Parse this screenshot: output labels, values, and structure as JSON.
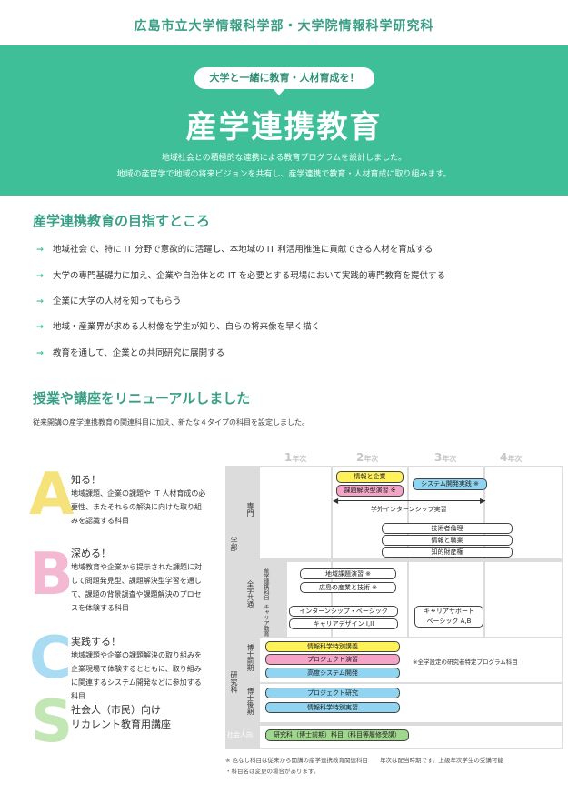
{
  "header": {
    "title": "広島市立大学情報科学部・大学院情報科学研究科"
  },
  "hero": {
    "bubble": "大学と一緒に教育・人材育成を！",
    "title": "産学連携教育",
    "sub1": "地域社会との積極的な連携による教育プログラムを設計しました。",
    "sub2": "地域の産官学で地域の将来ビジョンを共有し、産学連携で教育・人材育成に取り組みます。"
  },
  "goals": {
    "heading": "産学連携教育の目指すところ",
    "arrow": "→",
    "items": [
      "地域社会で、特に IT 分野で意欲的に活躍し、本地域の IT 利活用推進に貢献できる人材を育成する",
      "大学の専門基礎力に加え、企業や自治体との IT を必要とする現場において実践的専門教育を提供する",
      "企業に大学の人材を知ってもらう",
      "地域・産業界が求める人材像を学生が知り、自らの将来像を早く描く",
      "教育を通して、企業との共同研究に展開する"
    ]
  },
  "courses": {
    "heading": "授業や講座をリニューアルしました",
    "intro": "従来開講の産学連携教育の関連科目に加え、新たな４タイプの科目を設定しました。"
  },
  "categories": [
    {
      "letter": "A",
      "color": "#f6e27a",
      "title": "知る！",
      "desc": "地域課題、企業の課題や IT 人材育成の必要性、またそれらの解決に向けた取り組みを認識する科目"
    },
    {
      "letter": "B",
      "color": "#f3b9d2",
      "title": "深める！",
      "desc": "地域教育や企業から提示された課題に対して問題発見型、課題解決型学習を通して、課題の背景調査や課題解決のプロセスを体験する科目"
    },
    {
      "letter": "C",
      "color": "#a9dcf2",
      "title": "実践する！",
      "desc": "地域課題や企業の課題解決の取り組みを企業現場で体験するとともに、取り組みに関連するシステム開発などに参加する科目"
    },
    {
      "letter": "S",
      "color": "#c3e6b5",
      "title": "社会人（市民）向け\nリカレント教育用講座",
      "desc": ""
    }
  ],
  "chart": {
    "years": [
      "1",
      "2",
      "3",
      "4"
    ],
    "year_suffix": "年次",
    "rows": {
      "gakubu": "学部",
      "senmon": "専門",
      "zengaku": "全学共通",
      "sangaku": "産学連携科目",
      "kyaria": "キャリア教育",
      "kenkyuka": "研究科",
      "hakase_zen": "博士前期",
      "hakase_go": "博士後期",
      "shakaijin": "社会人向"
    },
    "courses": {
      "c1": "情報と企業",
      "c2": "課題解決型演習 ※",
      "c3": "システム開発実践 ※",
      "c4": "学外インターンシップ実習",
      "c5": "技術者倫理",
      "c6": "情報と職業",
      "c7": "知的財産権",
      "c8": "地域課題演習 ※",
      "c9": "広島の産業と技術 ※",
      "c10": "インターンシップ・ベーシック",
      "c11": "キャリアデザイン I,II",
      "c12": "キャリアサポート\nベーシック A,B",
      "c13": "情報科学特別講義",
      "c14": "プロジェクト演習",
      "c15": "高度システム開発",
      "c16": "※全学設定の研究者特定プログラム科目",
      "c17": "プロジェクト研究",
      "c18": "情報科学特別実習",
      "c19": "研究科（博士前期）科目（科目等履修受講）"
    },
    "notes": {
      "n1": "※ 色なし科目は従来から開講の産学連携教育関連科目　　年次は配当時期です。上級年次学生の受講可能",
      "n2": "・科目名は変更の場合があります。"
    }
  }
}
